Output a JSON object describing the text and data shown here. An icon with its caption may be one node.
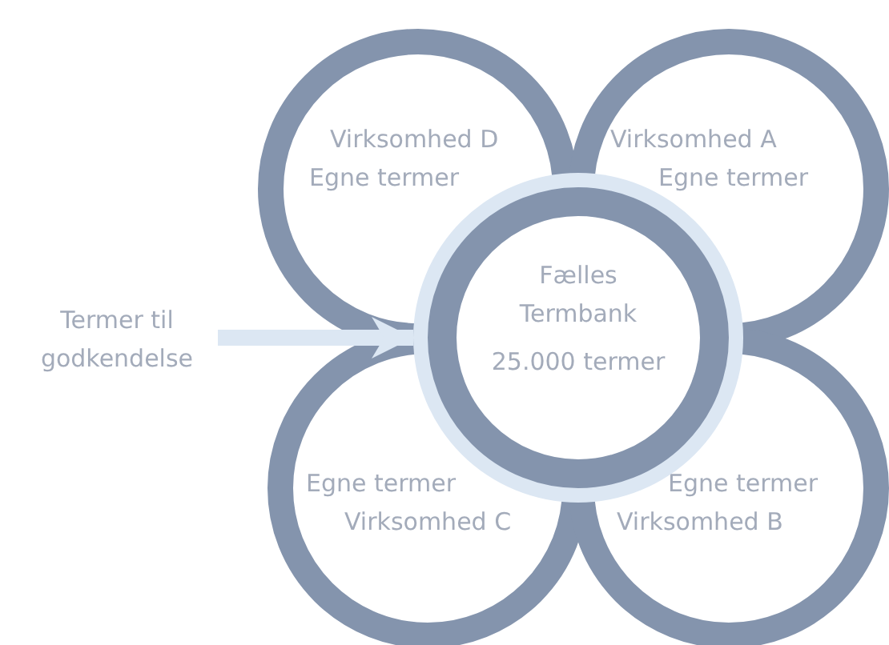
{
  "diagram": {
    "nodes": [
      {
        "text": [
          "Virksomhed D",
          "Egne termer"
        ]
      },
      {
        "text": [
          "Virksomhed A",
          "Egne termer"
        ]
      },
      {
        "text": [
          "Termer til godkendelse"
        ]
      },
      {
        "text": [
          "Fælles Termbank",
          "25.000 termer"
        ]
      },
      {
        "text": [
          "Egne termer",
          "Virksomhed C"
        ]
      },
      {
        "text": [
          "Egne termer",
          "Virksomhed B"
        ]
      }
    ],
    "edges": [
      {
        "from": 2,
        "to": 3,
        "arrow": "to"
      }
    ]
  }
}
